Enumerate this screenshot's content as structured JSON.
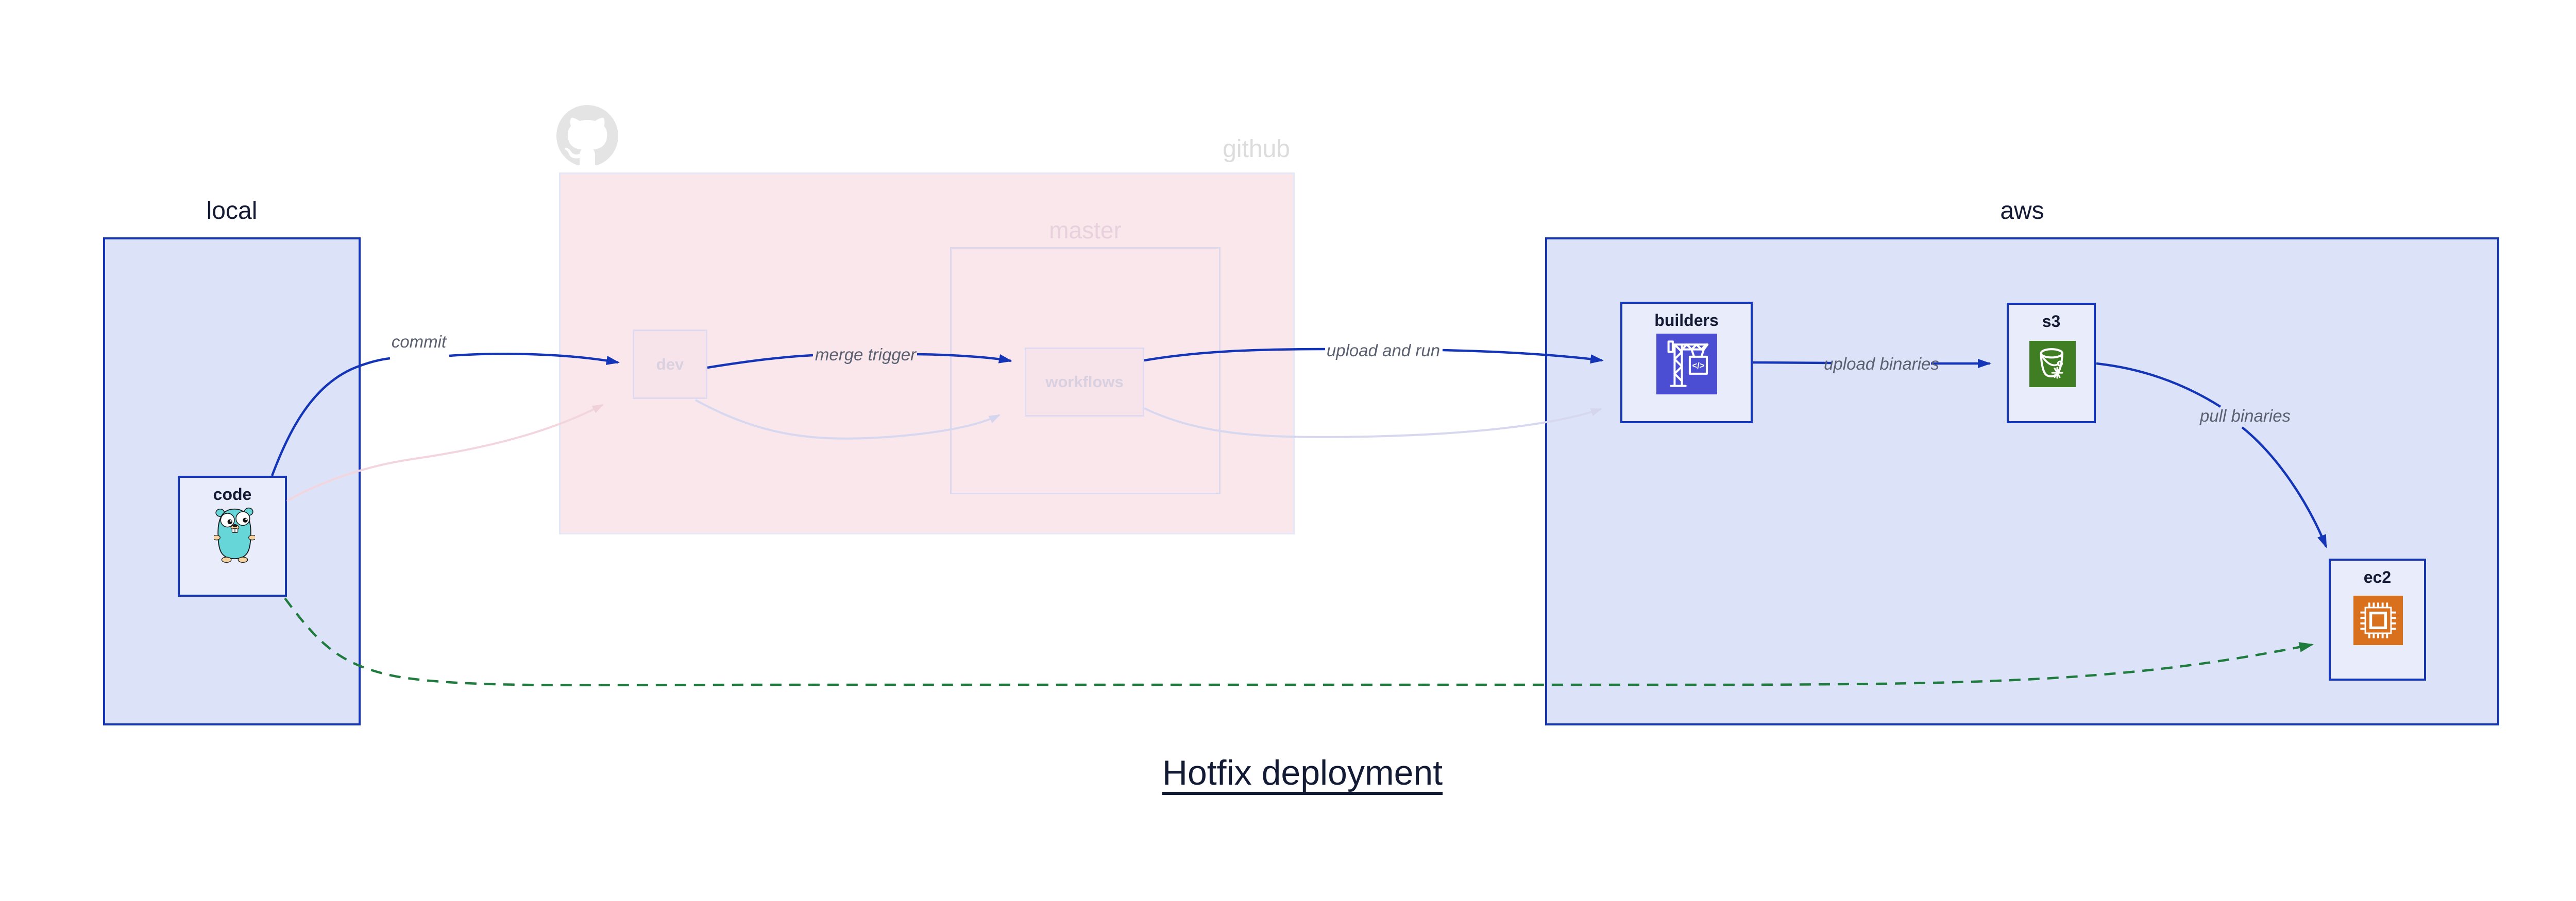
{
  "title": {
    "text": "Hotfix deployment"
  },
  "clusters": {
    "local": {
      "label": "local"
    },
    "github": {
      "label": "github"
    },
    "master": {
      "label": "master"
    },
    "aws": {
      "label": "aws"
    }
  },
  "nodes": {
    "code": {
      "label": "code",
      "icon": "go-gopher-icon"
    },
    "dev": {
      "label": "dev"
    },
    "workflows": {
      "label": "workflows"
    },
    "builders": {
      "label": "builders",
      "icon": "aws-codebuild-icon"
    },
    "s3": {
      "label": "s3",
      "icon": "aws-s3-icon"
    },
    "ec2": {
      "label": "ec2",
      "icon": "aws-ec2-icon"
    }
  },
  "edges": {
    "commit": {
      "label": "commit",
      "style": "solid-blue"
    },
    "merge_trigger": {
      "label": "merge trigger",
      "style": "solid-blue"
    },
    "upload_and_run": {
      "label": "upload and run",
      "style": "solid-blue"
    },
    "upload_binaries": {
      "label": "upload binaries",
      "style": "solid-blue"
    },
    "pull_binaries": {
      "label": "pull binaries",
      "style": "solid-blue"
    },
    "hotfix_direct": {
      "label": "",
      "style": "dashed-green"
    },
    "faded_commit": {
      "label": "",
      "style": "faded-pink"
    },
    "faded_merge": {
      "label": "",
      "style": "faded-lavender"
    },
    "faded_upload_run": {
      "label": "",
      "style": "faded-lavender"
    }
  },
  "icons": {
    "github_logo": "octocat-icon",
    "code": "go-gopher-icon",
    "builders": "aws-codebuild-icon",
    "s3": "aws-s3-icon",
    "ec2": "aws-ec2-icon"
  },
  "colors": {
    "edge_blue": "#1435b8",
    "edge_green": "#1f7c3e",
    "edge_faded_pink": "#f3d5dd",
    "edge_faded_lavender": "#d7d8ef",
    "cluster_fill": "#dce3f9",
    "node_fill": "#e9edfb",
    "github_fill": "#f9e7eb",
    "navy_text": "#151b35",
    "label_gray": "#5a6070",
    "codebuild_indigo": "#4b4ed2",
    "s3_green": "#3f7e22",
    "ec2_orange": "#d9701d",
    "gopher_teal": "#67d6d9",
    "octocat_gray": "#e4e4e4"
  }
}
